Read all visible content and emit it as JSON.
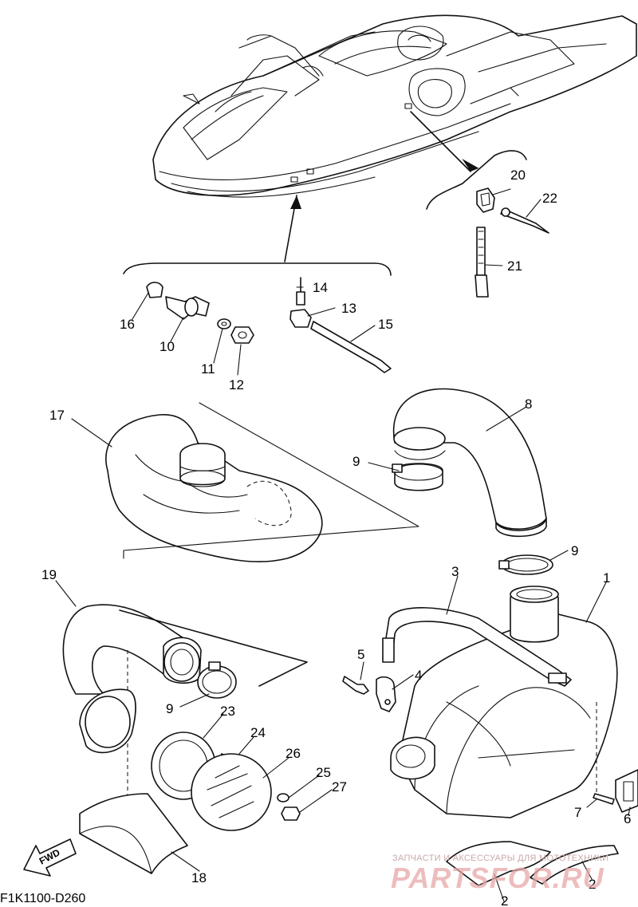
{
  "diagram_code": "F1K1100-D260",
  "fwd_label": "FWD",
  "watermark": {
    "line1": "ЗАПЧАСТИ И АКСЕССУАРЫ ДЛЯ МОТОТЕХНИКИ",
    "line2": "PARTSFOR.RU"
  },
  "callouts": [
    {
      "id": "n1",
      "label": "1"
    },
    {
      "id": "n2a",
      "label": "2"
    },
    {
      "id": "n2b",
      "label": "2"
    },
    {
      "id": "n3",
      "label": "3"
    },
    {
      "id": "n4",
      "label": "4"
    },
    {
      "id": "n5",
      "label": "5"
    },
    {
      "id": "n6",
      "label": "6"
    },
    {
      "id": "n7",
      "label": "7"
    },
    {
      "id": "n8",
      "label": "8"
    },
    {
      "id": "n9a",
      "label": "9"
    },
    {
      "id": "n9b",
      "label": "9"
    },
    {
      "id": "n9c",
      "label": "9"
    },
    {
      "id": "n10",
      "label": "10"
    },
    {
      "id": "n11",
      "label": "11"
    },
    {
      "id": "n12",
      "label": "12"
    },
    {
      "id": "n13",
      "label": "13"
    },
    {
      "id": "n14",
      "label": "14"
    },
    {
      "id": "n15",
      "label": "15"
    },
    {
      "id": "n16",
      "label": "16"
    },
    {
      "id": "n17",
      "label": "17"
    },
    {
      "id": "n18",
      "label": "18"
    },
    {
      "id": "n19",
      "label": "19"
    },
    {
      "id": "n20",
      "label": "20"
    },
    {
      "id": "n21",
      "label": "21"
    },
    {
      "id": "n22",
      "label": "22"
    },
    {
      "id": "n23",
      "label": "23"
    },
    {
      "id": "n24",
      "label": "24"
    },
    {
      "id": "n25",
      "label": "25"
    },
    {
      "id": "n26",
      "label": "26"
    },
    {
      "id": "n27",
      "label": "27"
    }
  ]
}
